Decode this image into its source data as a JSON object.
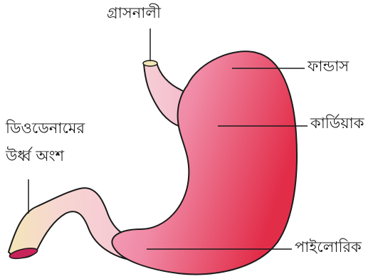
{
  "labels": {
    "esophagus": "গ্রাসনালী",
    "fundus": "ফান্ডাস",
    "cardiac": "কার্ডিয়াক",
    "duodenum_line1": "ডিওডেনামের",
    "duodenum_line2": "উর্ধ্ব অংশ",
    "pyloric": "পাইলোরিক"
  },
  "colors": {
    "stomach_dark": "#e5334f",
    "stomach_light": "#f4a0c4",
    "tube_fill": "#f8d6d6",
    "tube_cap": "#f1e6b4",
    "duodenum_end": "#f2e3b0",
    "lumen": "#c7245a",
    "outline": "#1a1a1a"
  }
}
